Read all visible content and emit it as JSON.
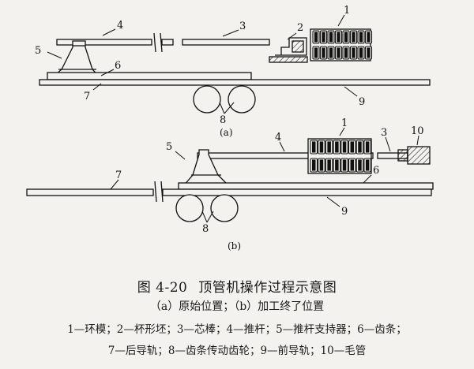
{
  "figure": {
    "number": "图 4-20",
    "title": "顶管机操作过程示意图",
    "subcaption": "（a）原始位置；（b）加工终了位置",
    "legend_line1": "1—环模；2—杯形坯；3—芯棒；4—推杆；5—推杆支持器；6—齿条；",
    "legend_line2": "7—后导轨；8—齿条传动齿轮；9—前导轨；10—毛管"
  },
  "panel_a": {
    "label": "(a)",
    "callouts": {
      "n1": "1",
      "n2": "2",
      "n3": "3",
      "n4": "4",
      "n5": "5",
      "n6": "6",
      "n7": "7",
      "n8": "8",
      "n9": "9"
    }
  },
  "panel_b": {
    "label": "(b)",
    "callouts": {
      "n1": "1",
      "n3": "3",
      "n4": "4",
      "n5": "5",
      "n6": "6",
      "n7": "7",
      "n8": "8",
      "n9": "9",
      "n10": "10"
    }
  }
}
